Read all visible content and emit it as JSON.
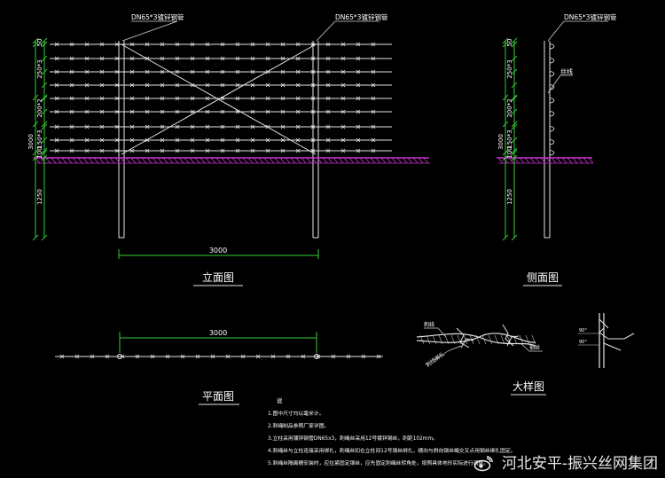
{
  "colors": {
    "background": "#000000",
    "line": "#e6e6e6",
    "dimension": "#33cc33",
    "ground": "#cc33cc",
    "label": "#ffffff",
    "leader": "#d6d6d6"
  },
  "front_view": {
    "post_label_left": "DN65*3镀锌钢管",
    "post_label_right": "DN65*3镀锌钢管",
    "dim_total": "3000",
    "dim_segments": [
      "50",
      "250*3",
      "200*2",
      "150*3",
      "100",
      "1250"
    ],
    "dim_width": "3000",
    "title": "立面图"
  },
  "side_view": {
    "post_label": "DN65*3镀锌钢管",
    "wire_label": "丝线",
    "dim_total": "3000",
    "dim_segments": [
      "50",
      "250*3",
      "200*2",
      "150*3",
      "100",
      "1250"
    ],
    "title": "侧面图"
  },
  "plan_view": {
    "dim_width": "3000",
    "title": "平面图"
  },
  "detail_view": {
    "title": "大样图",
    "callout_a": "刺线",
    "callout_b": "钢丝",
    "callout_c": "刺线绑扎",
    "angle_a": "90°",
    "angle_b": "90°"
  },
  "notes": {
    "heading": "说",
    "lines": [
      "1.图中尺寸均以毫米计。",
      "2.刺绳制品参照厂家详图。",
      "3.立柱采用镀锌钢管DN65x3，刺绳丝采用12号镀锌钢丝，刺距102mm。",
      "4.刺绳丝与立柱连接采用绑扎，刺绳丝扣在立柱间12号钢丝绑扎，横向与斜向钢丝绳交叉点用钢丝绑扎固定。",
      "5.刺绳丝隔离栅安装时，应拉紧固定钢丝，应先固定刺绳丝转角处，按照具体地形实际进行调整。"
    ]
  },
  "watermark": {
    "text": "河北安平-振兴丝网集团",
    "icon": "weibo-logo-icon"
  }
}
